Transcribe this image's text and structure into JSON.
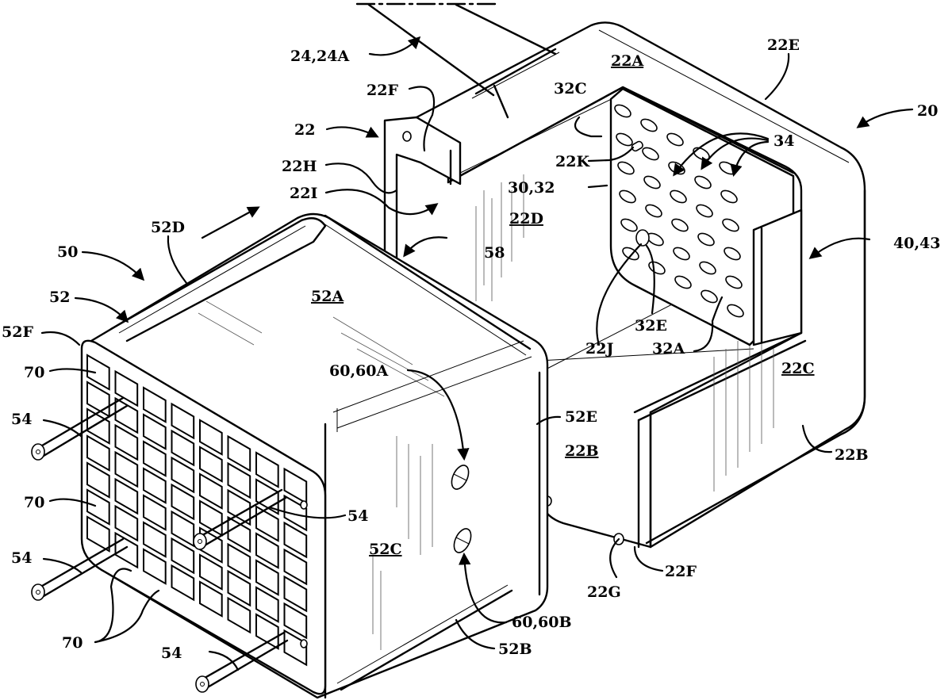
{
  "figure": {
    "type": "patent-drawing",
    "description": "Exploded perspective view of a housing (20) receiving a module (50)"
  },
  "labels": {
    "l_24_24A": "24,24A",
    "l_22F_top": "22F",
    "l_22A": "22A",
    "l_22E": "22E",
    "l_32C": "32C",
    "l_20": "20",
    "l_22": "22",
    "l_22K": "22K",
    "l_34": "34",
    "l_22H": "22H",
    "l_22I": "22I",
    "l_30_32": "30,32",
    "l_22D": "22D",
    "l_52D": "52D",
    "l_50": "50",
    "l_58": "58",
    "l_40_43": "40,43",
    "l_52": "52",
    "l_52A": "52A",
    "l_52F": "52F",
    "l_32E": "32E",
    "l_22J": "22J",
    "l_32A": "32A",
    "l_70_top": "70",
    "l_60_60A": "60,60A",
    "l_22C": "22C",
    "l_54_a": "54",
    "l_52E": "52E",
    "l_22B_inner": "22B",
    "l_22B_outer": "22B",
    "l_70_mid": "70",
    "l_54_mid": "54",
    "l_52C": "52C",
    "l_54_b": "54",
    "l_22G": "22G",
    "l_22F_bottom": "22F",
    "l_70_bottom": "70",
    "l_60_60B": "60,60B",
    "l_54_c": "54",
    "l_52B": "52B"
  },
  "underlined_labels": [
    "22A",
    "22D",
    "52A",
    "22C",
    "22B",
    "52C"
  ],
  "colors": {
    "ink": "#000000",
    "paper": "#ffffff"
  }
}
